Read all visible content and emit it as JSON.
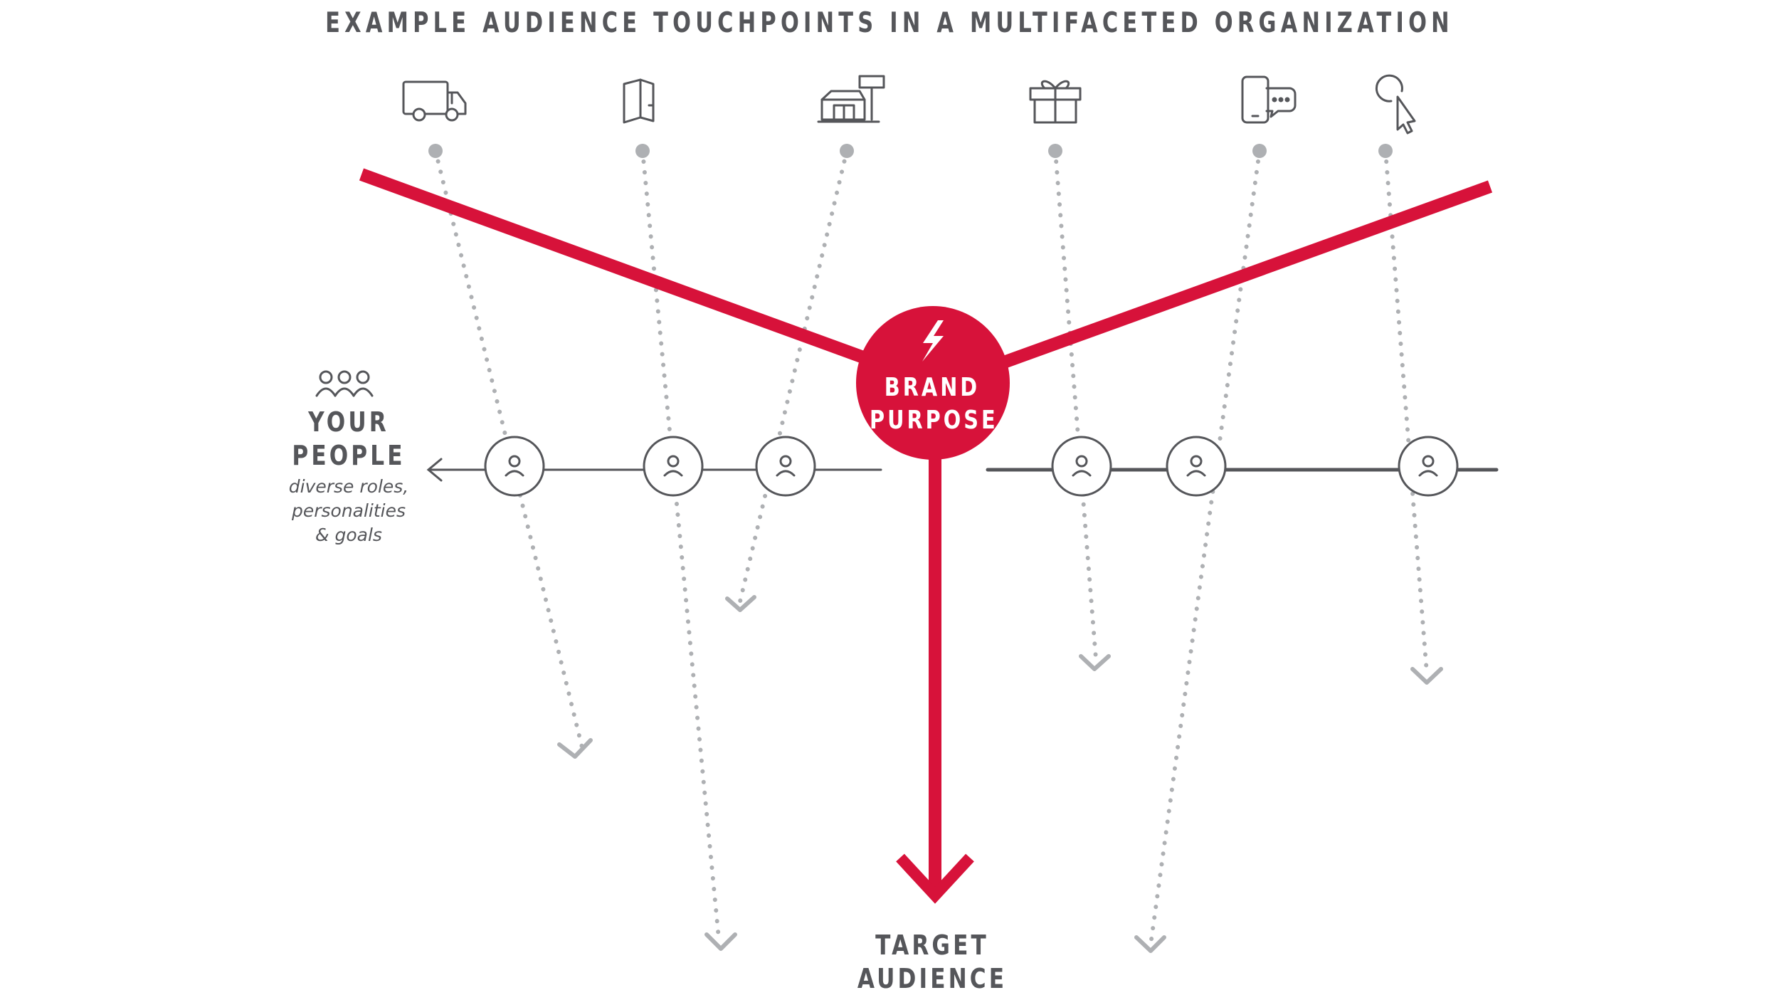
{
  "title": "EXAMPLE AUDIENCE TOUCHPOINTS IN A MULTIFACETED ORGANIZATION",
  "touchpoints": [
    {
      "icon": "delivery-truck-icon"
    },
    {
      "icon": "brochure-icon"
    },
    {
      "icon": "storefront-icon"
    },
    {
      "icon": "gift-box-icon"
    },
    {
      "icon": "mobile-chat-icon"
    },
    {
      "icon": "cursor-click-icon"
    }
  ],
  "brand": {
    "line1": "BRAND",
    "line2": "PURPOSE",
    "icon": "lightning-bolt-icon"
  },
  "people": {
    "title_line1": "YOUR",
    "title_line2": "PEOPLE",
    "sub_line1": "diverse roles,",
    "sub_line2": "personalities",
    "sub_line3": "& goals",
    "icon": "people-group-icon"
  },
  "target": {
    "line1": "TARGET",
    "line2": "AUDIENCE"
  },
  "person_count": 6,
  "colors": {
    "accent": "#d7123a",
    "text": "#55565a",
    "dotted": "#aeb0b3",
    "line": "#55565a"
  }
}
